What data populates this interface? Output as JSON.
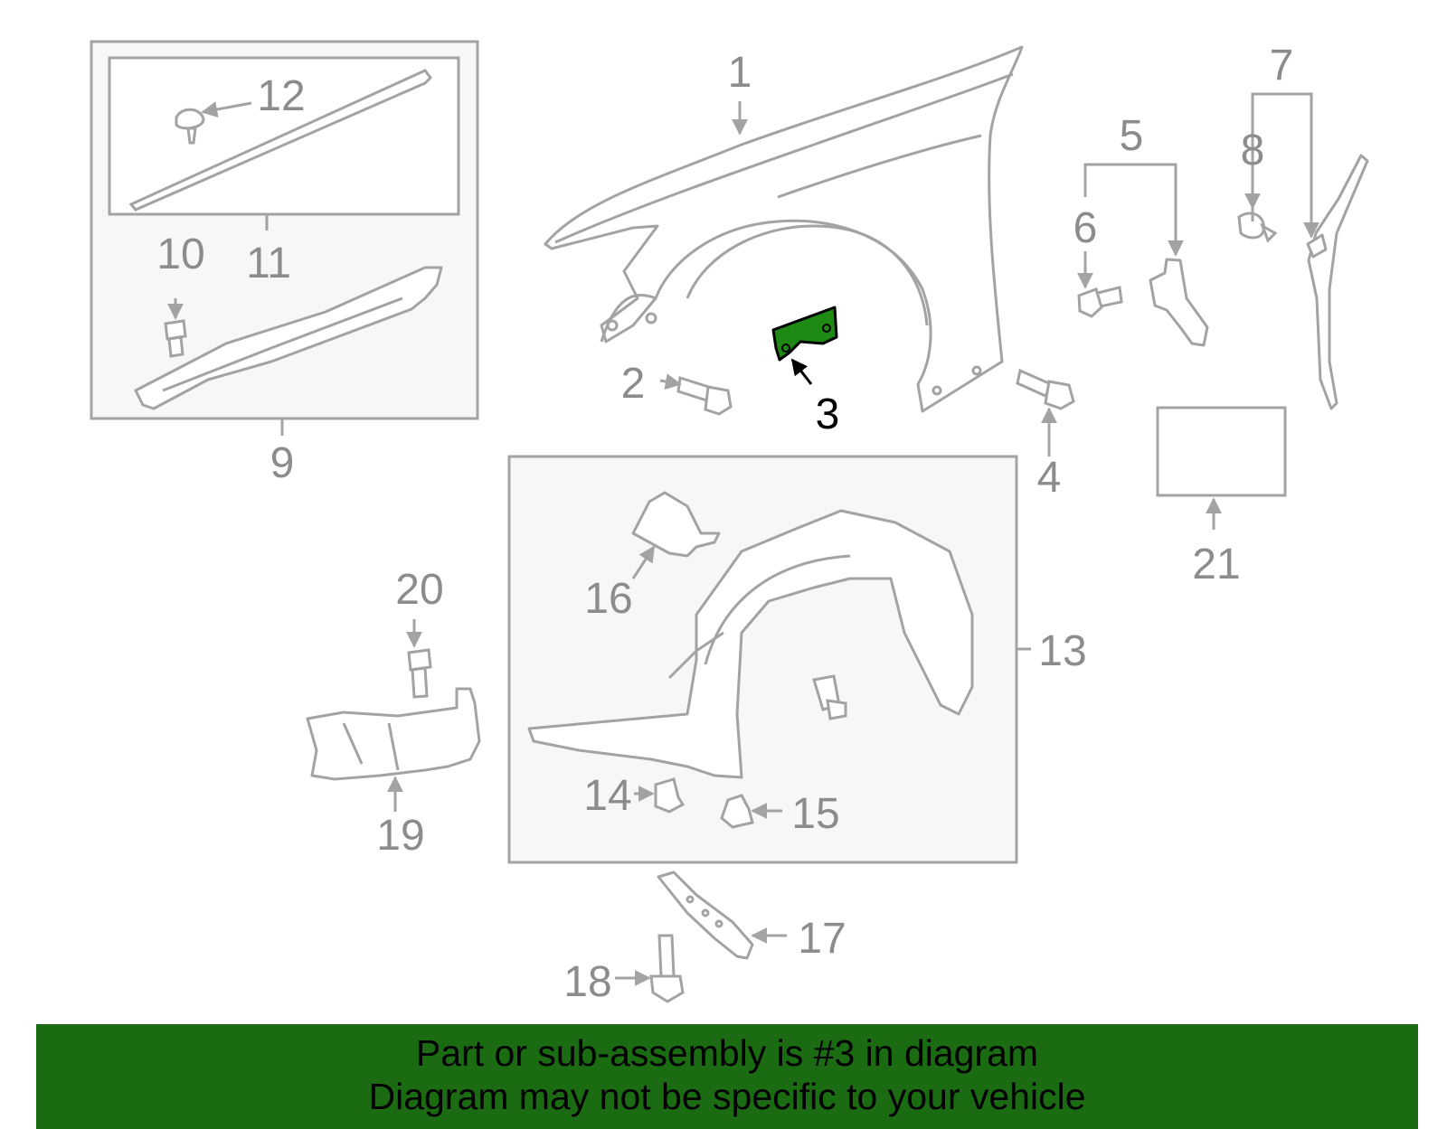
{
  "colors": {
    "part_line": "#a3a3a3",
    "label_gray": "#8c8c8c",
    "highlight_fill": "#1e8a14",
    "highlight_label": "#000000",
    "box_fill": "#f7f7f7",
    "banner_bg": "#1a6b12"
  },
  "diagram": {
    "callouts": {
      "c1": "1",
      "c2": "2",
      "c3": "3",
      "c4": "4",
      "c5": "5",
      "c6": "6",
      "c7": "7",
      "c8": "8",
      "c9": "9",
      "c10": "10",
      "c11": "11",
      "c12": "12",
      "c13": "13",
      "c14": "14",
      "c15": "15",
      "c16": "16",
      "c17": "17",
      "c18": "18",
      "c19": "19",
      "c20": "20",
      "c21": "21"
    },
    "highlighted_part": "3"
  },
  "banner": {
    "line1": "Part or sub-assembly is #3 in diagram",
    "line2": "Diagram may not be specific to your vehicle"
  }
}
